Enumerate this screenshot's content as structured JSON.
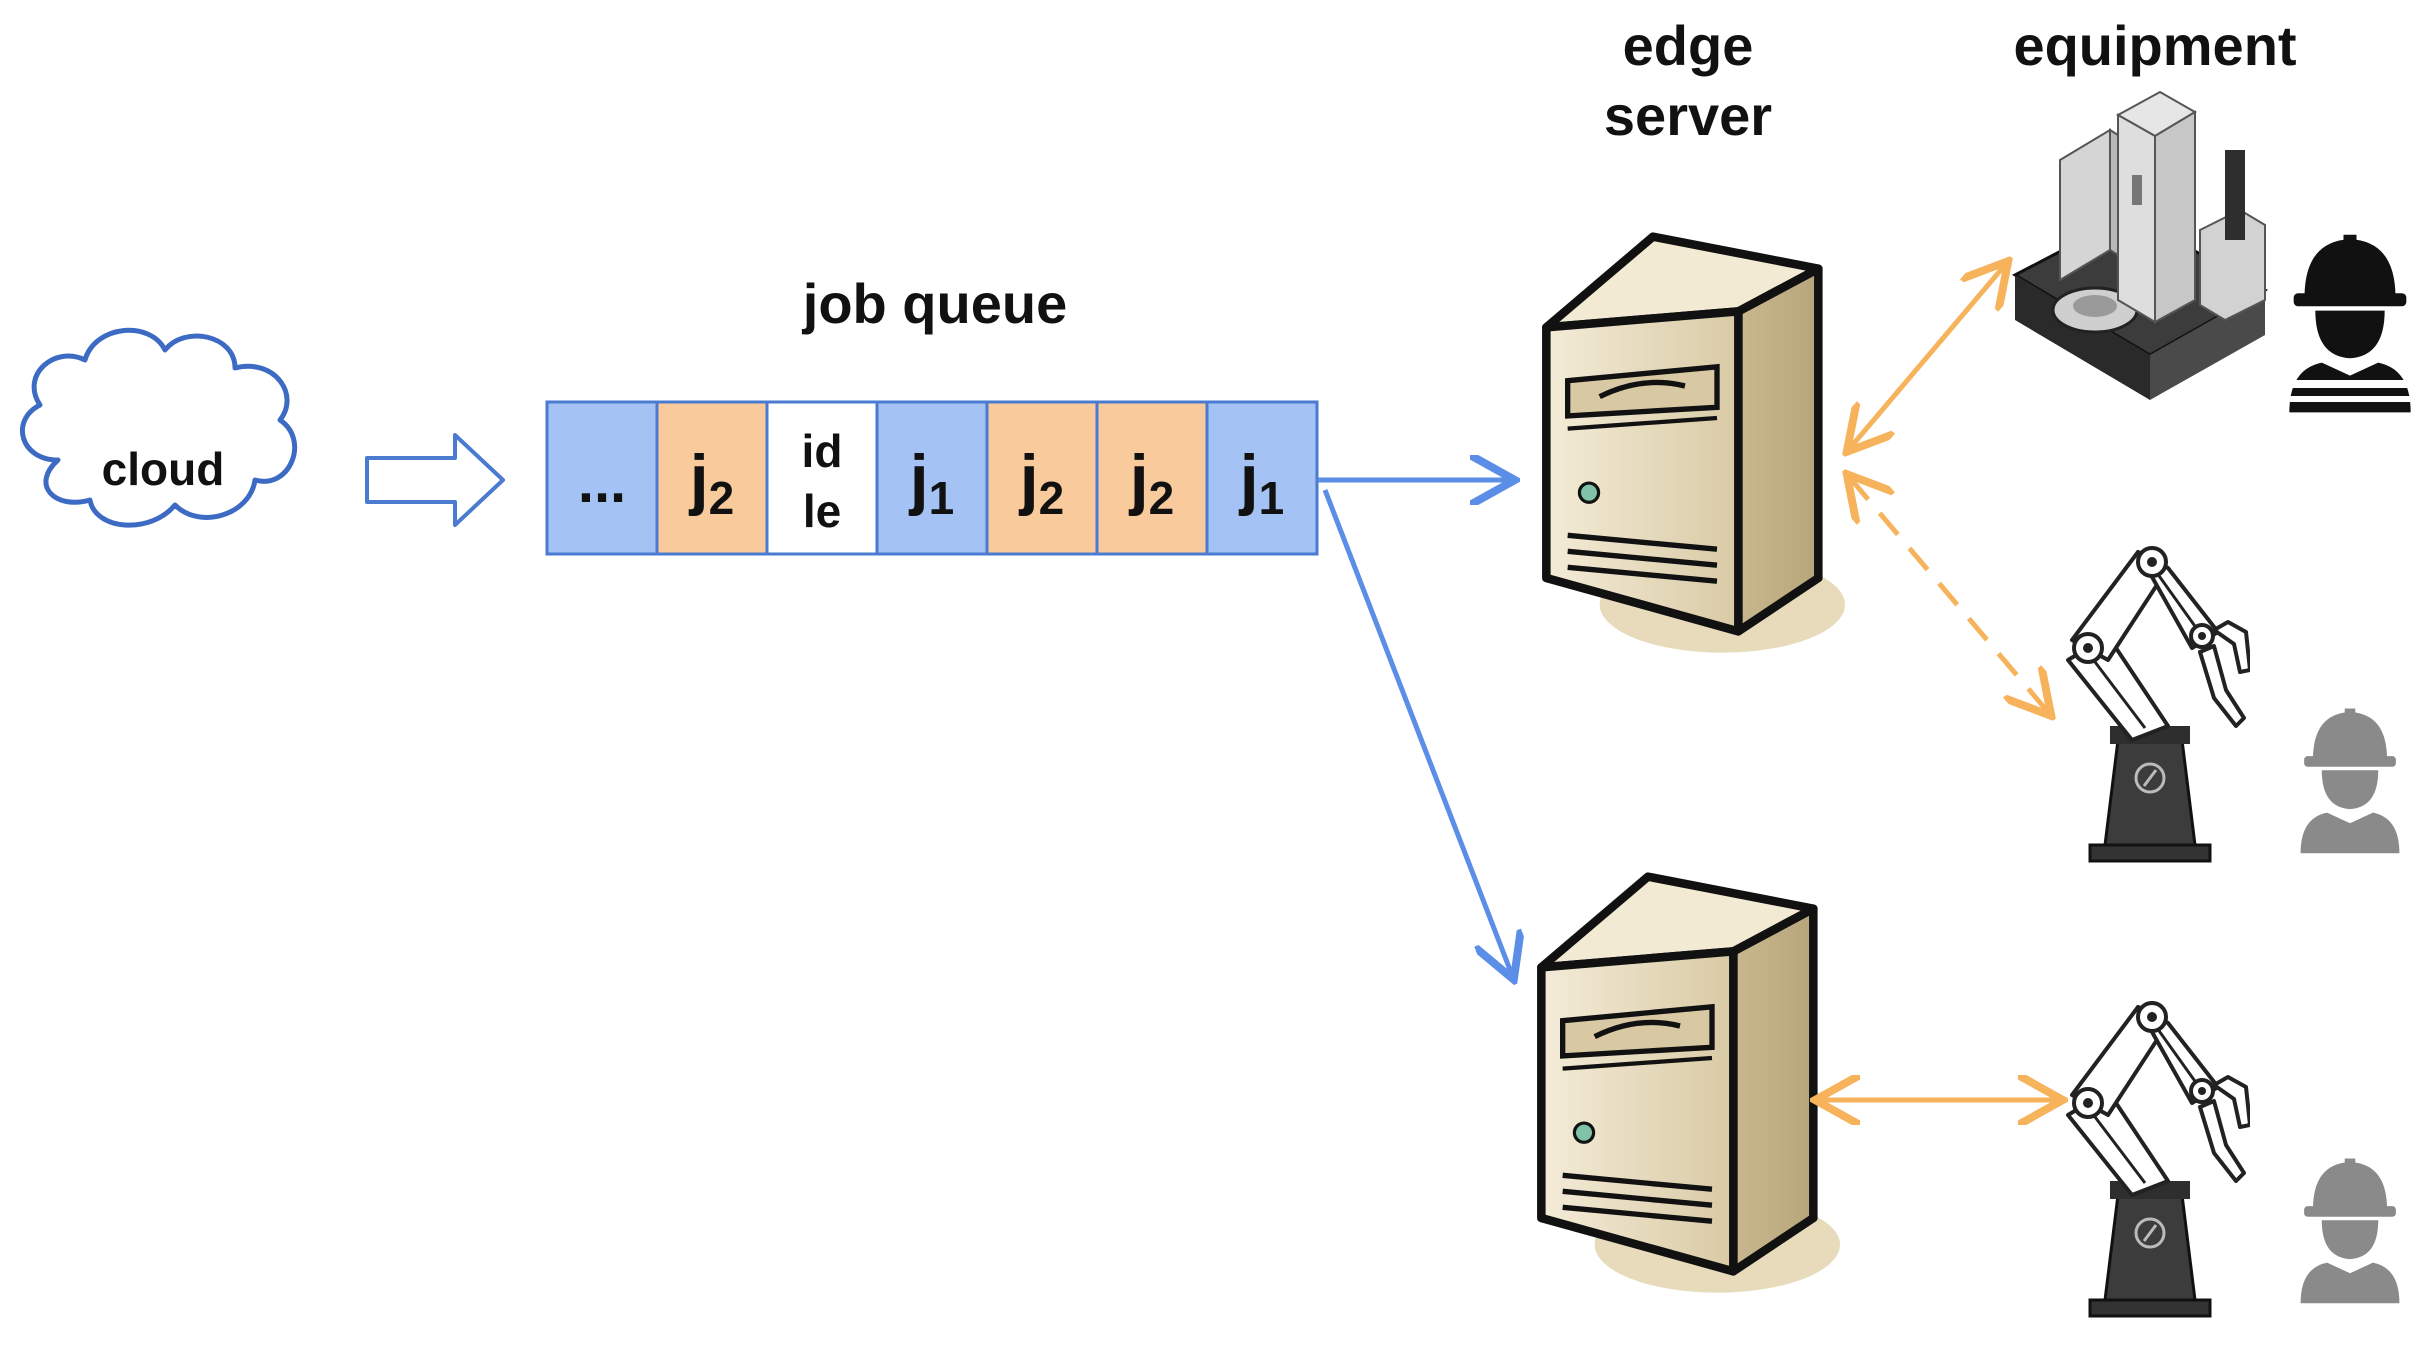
{
  "labels": {
    "cloud": "cloud",
    "job_queue": "job queue",
    "edge_server_line1": "edge",
    "edge_server_line2": "server",
    "equipment": "equipment"
  },
  "queue": [
    {
      "text": "...",
      "sub": "",
      "kind": "j1"
    },
    {
      "text": "j",
      "sub": "2",
      "kind": "j2"
    },
    {
      "text": "id",
      "text2": "le",
      "sub": "",
      "kind": "idle"
    },
    {
      "text": "j",
      "sub": "1",
      "kind": "j1"
    },
    {
      "text": "j",
      "sub": "2",
      "kind": "j2"
    },
    {
      "text": "j",
      "sub": "2",
      "kind": "j2"
    },
    {
      "text": "j",
      "sub": "1",
      "kind": "j1"
    }
  ],
  "colors": {
    "j1": "#a4c2f4",
    "j2": "#f9cb9c",
    "idle": "#ffffff",
    "cell_border": "#4a7bd0",
    "cloud_stroke": "#3d6bc4",
    "blue_arrow": "#5b8ee6",
    "orange_arrow": "#f6b35c",
    "server_body": "#e9dcc0",
    "server_shadow": "#d8cba6",
    "robot": "#3a3a3a",
    "worker_dark": "#111111",
    "worker_gray": "#8a8a8a"
  },
  "icons": {
    "cloud": "cloud-icon",
    "hollow_arrow": "hollow-arrow-icon",
    "server": "server-icon",
    "cnc_machine": "cnc-machine-icon",
    "robot_arm": "robot-arm-icon",
    "worker": "worker-icon"
  }
}
